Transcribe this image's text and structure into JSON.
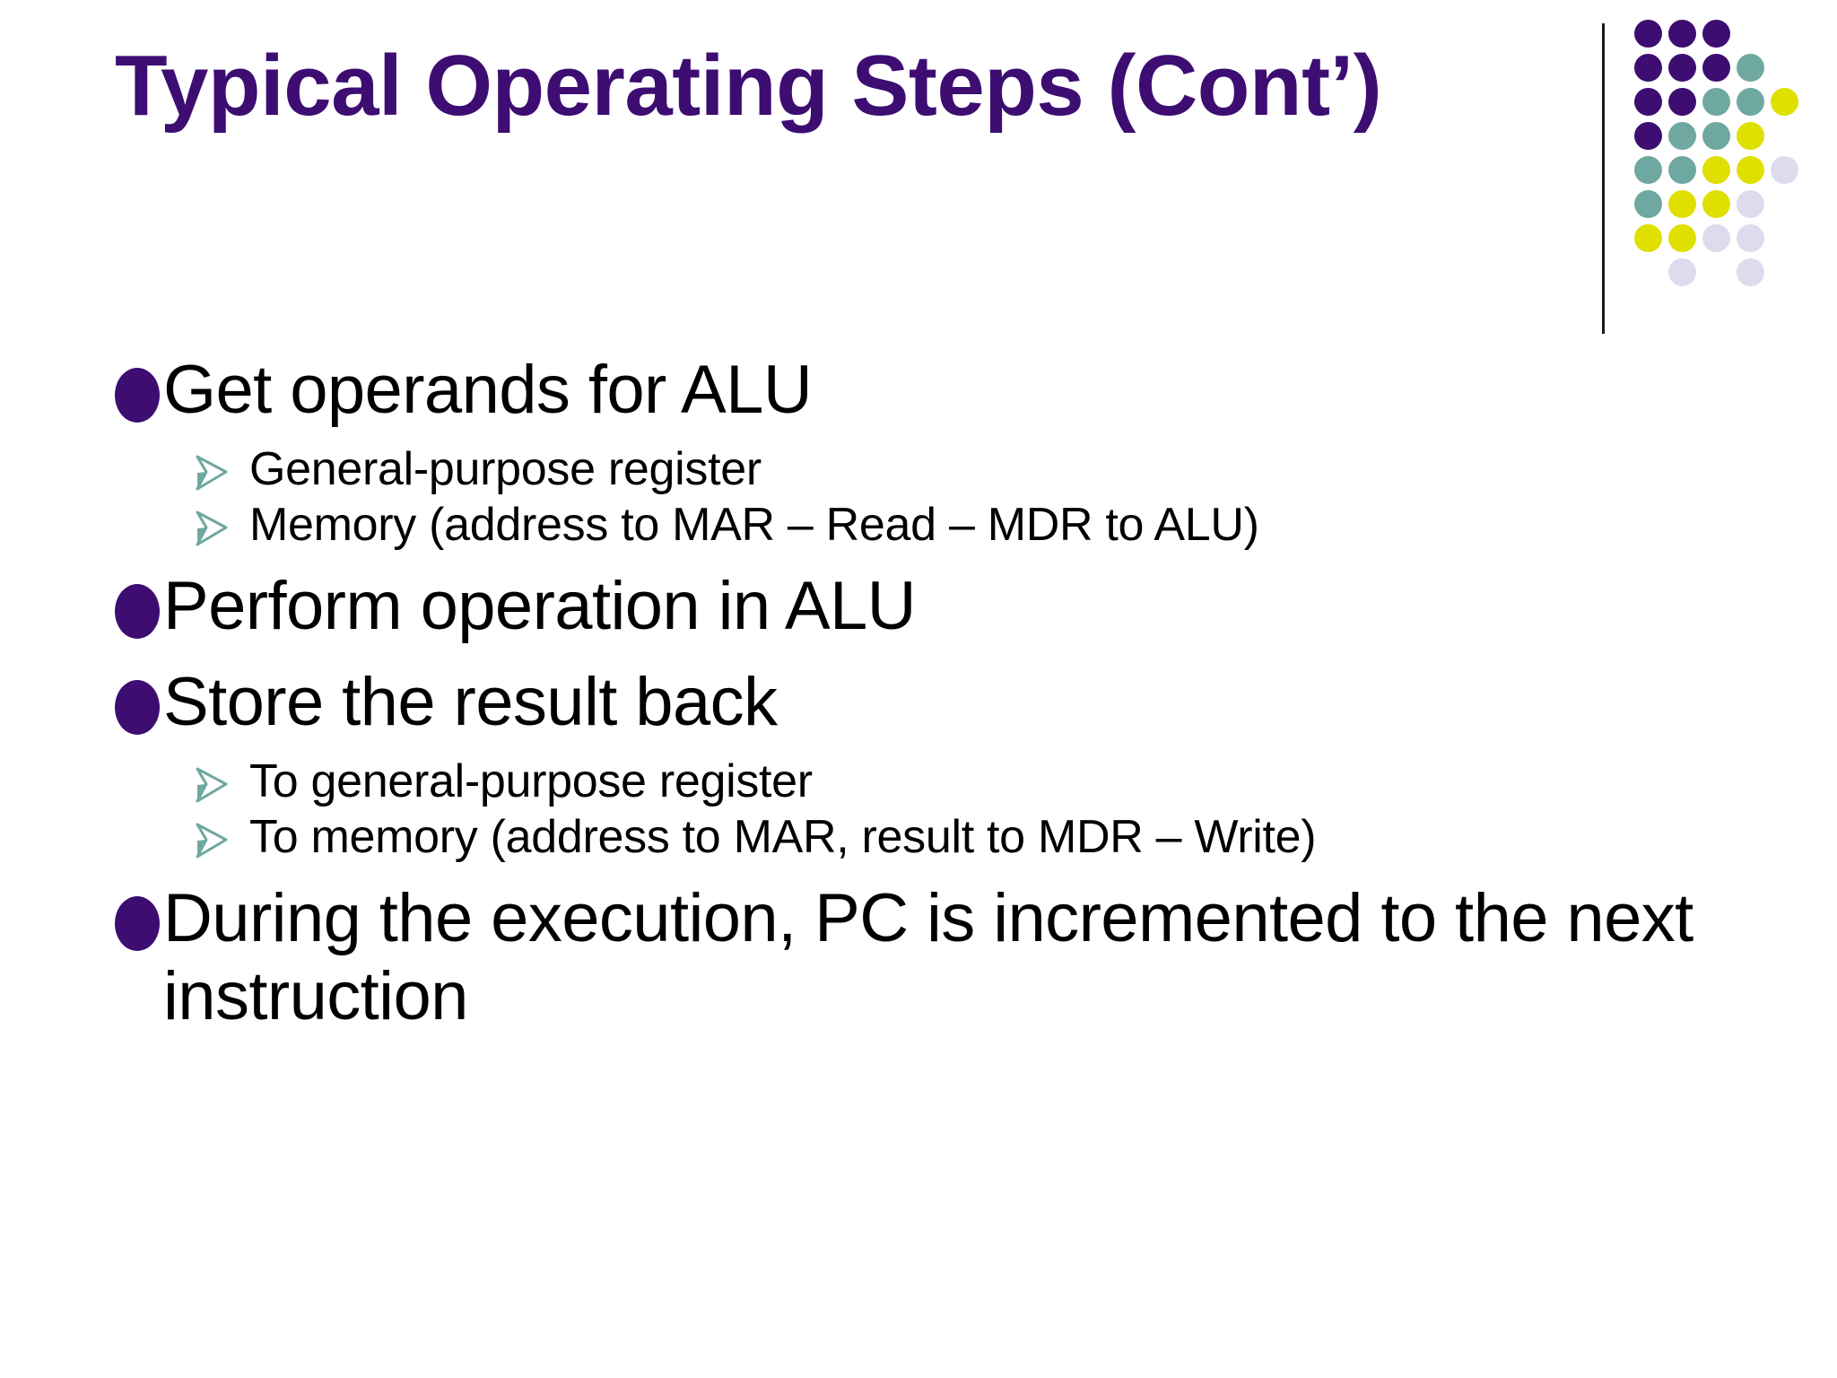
{
  "slide": {
    "title": "Typical Operating Steps (Cont’)",
    "title_line1": "Typical Operating Steps",
    "title_line2": "(Cont’)",
    "background_color": "#FFFFFF",
    "title_color": "#3D0D72",
    "body_text_color": "#000000"
  },
  "decoration": {
    "name": "dot-grid-graphic",
    "rule_color": "#1A1A1A",
    "colors": {
      "purple": "#3D0D72",
      "teal": "#6FA8A0",
      "yellow": "#DFDF00",
      "lavender": "#DDDCEE"
    },
    "rows": [
      [
        "purple",
        "purple",
        "purple",
        "",
        ""
      ],
      [
        "purple",
        "purple",
        "purple",
        "teal",
        ""
      ],
      [
        "purple",
        "purple",
        "teal",
        "teal",
        "yellow"
      ],
      [
        "purple",
        "teal",
        "teal",
        "yellow",
        ""
      ],
      [
        "teal",
        "teal",
        "yellow",
        "yellow",
        "lavender"
      ],
      [
        "teal",
        "yellow",
        "yellow",
        "lavender",
        ""
      ],
      [
        "yellow",
        "yellow",
        "lavender",
        "lavender",
        ""
      ],
      [
        "",
        "lavender",
        "",
        "lavender",
        ""
      ]
    ]
  },
  "content": {
    "bullets": [
      {
        "level": 1,
        "text": "Get operands for ALU",
        "children": [
          {
            "level": 2,
            "text": "General-purpose register"
          },
          {
            "level": 2,
            "text": "Memory (address to MAR – Read – MDR to ALU)"
          }
        ]
      },
      {
        "level": 1,
        "text": "Perform operation in ALU",
        "children": []
      },
      {
        "level": 1,
        "text": "Store the result back",
        "children": [
          {
            "level": 2,
            "text": "To general-purpose register"
          },
          {
            "level": 2,
            "text": "To memory (address to MAR, result to MDR – Write)"
          }
        ]
      },
      {
        "level": 1,
        "text": "During the execution, PC is incremented to the next instruction",
        "children": []
      }
    ]
  },
  "icons": {
    "level1_bullet": "filled-circle-bullet-icon",
    "level2_bullet": "arrowhead-bullet-icon"
  }
}
